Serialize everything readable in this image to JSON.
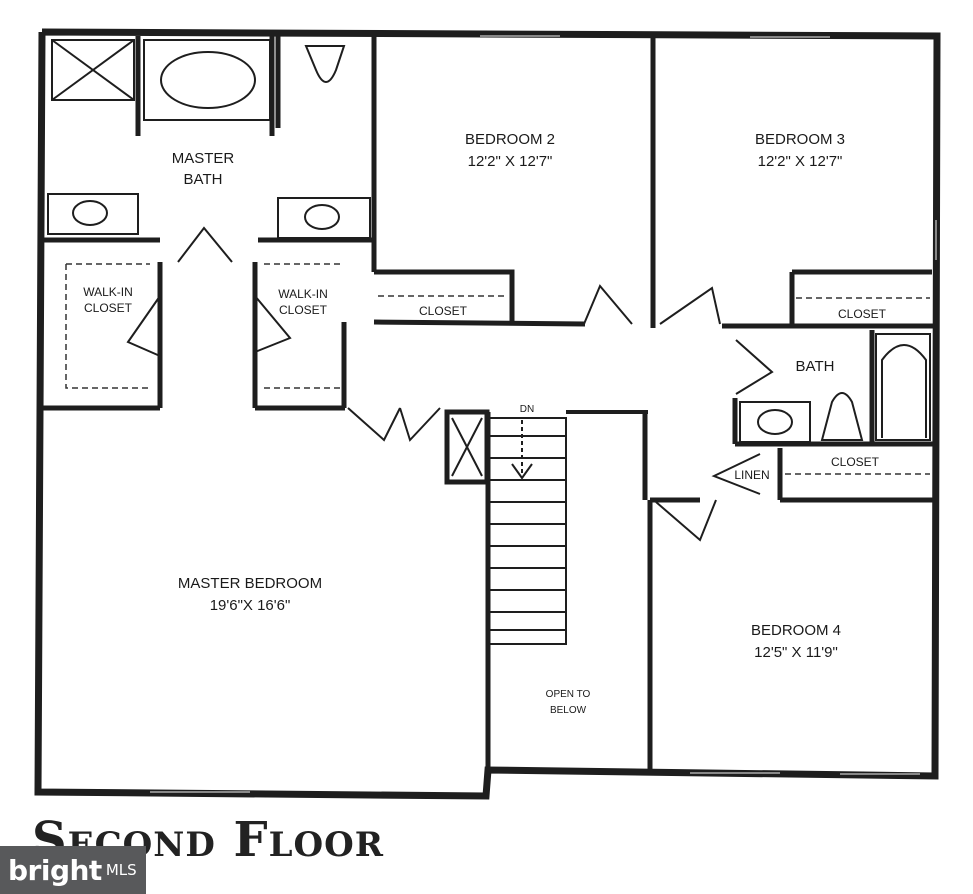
{
  "rooms": {
    "master_bath": [
      "MASTER",
      "BATH"
    ],
    "bedroom2": {
      "name": "BEDROOM 2",
      "dims": "12'2\" X 12'7\""
    },
    "bedroom3": {
      "name": "BEDROOM 3",
      "dims": "12'2\" X 12'7\""
    },
    "master_bedroom": {
      "name": "MASTER BEDROOM",
      "dims": "19'6\"X 16'6\""
    },
    "bedroom4": {
      "name": "BEDROOM 4",
      "dims": "12'5\" X 11'9\""
    },
    "walkin_left": [
      "WALK-IN",
      "CLOSET"
    ],
    "walkin_right": [
      "WALK-IN",
      "CLOSET"
    ],
    "closet_b2": "CLOSET",
    "closet_b3": "CLOSET",
    "bath": "BATH",
    "linen": "LINEN",
    "closet_hall": "CLOSET",
    "stair_dn": "DN",
    "open_below": [
      "OPEN TO",
      "BELOW"
    ]
  },
  "title": "Second Floor",
  "watermark": {
    "brand": "bright",
    "suffix": "MLS"
  }
}
